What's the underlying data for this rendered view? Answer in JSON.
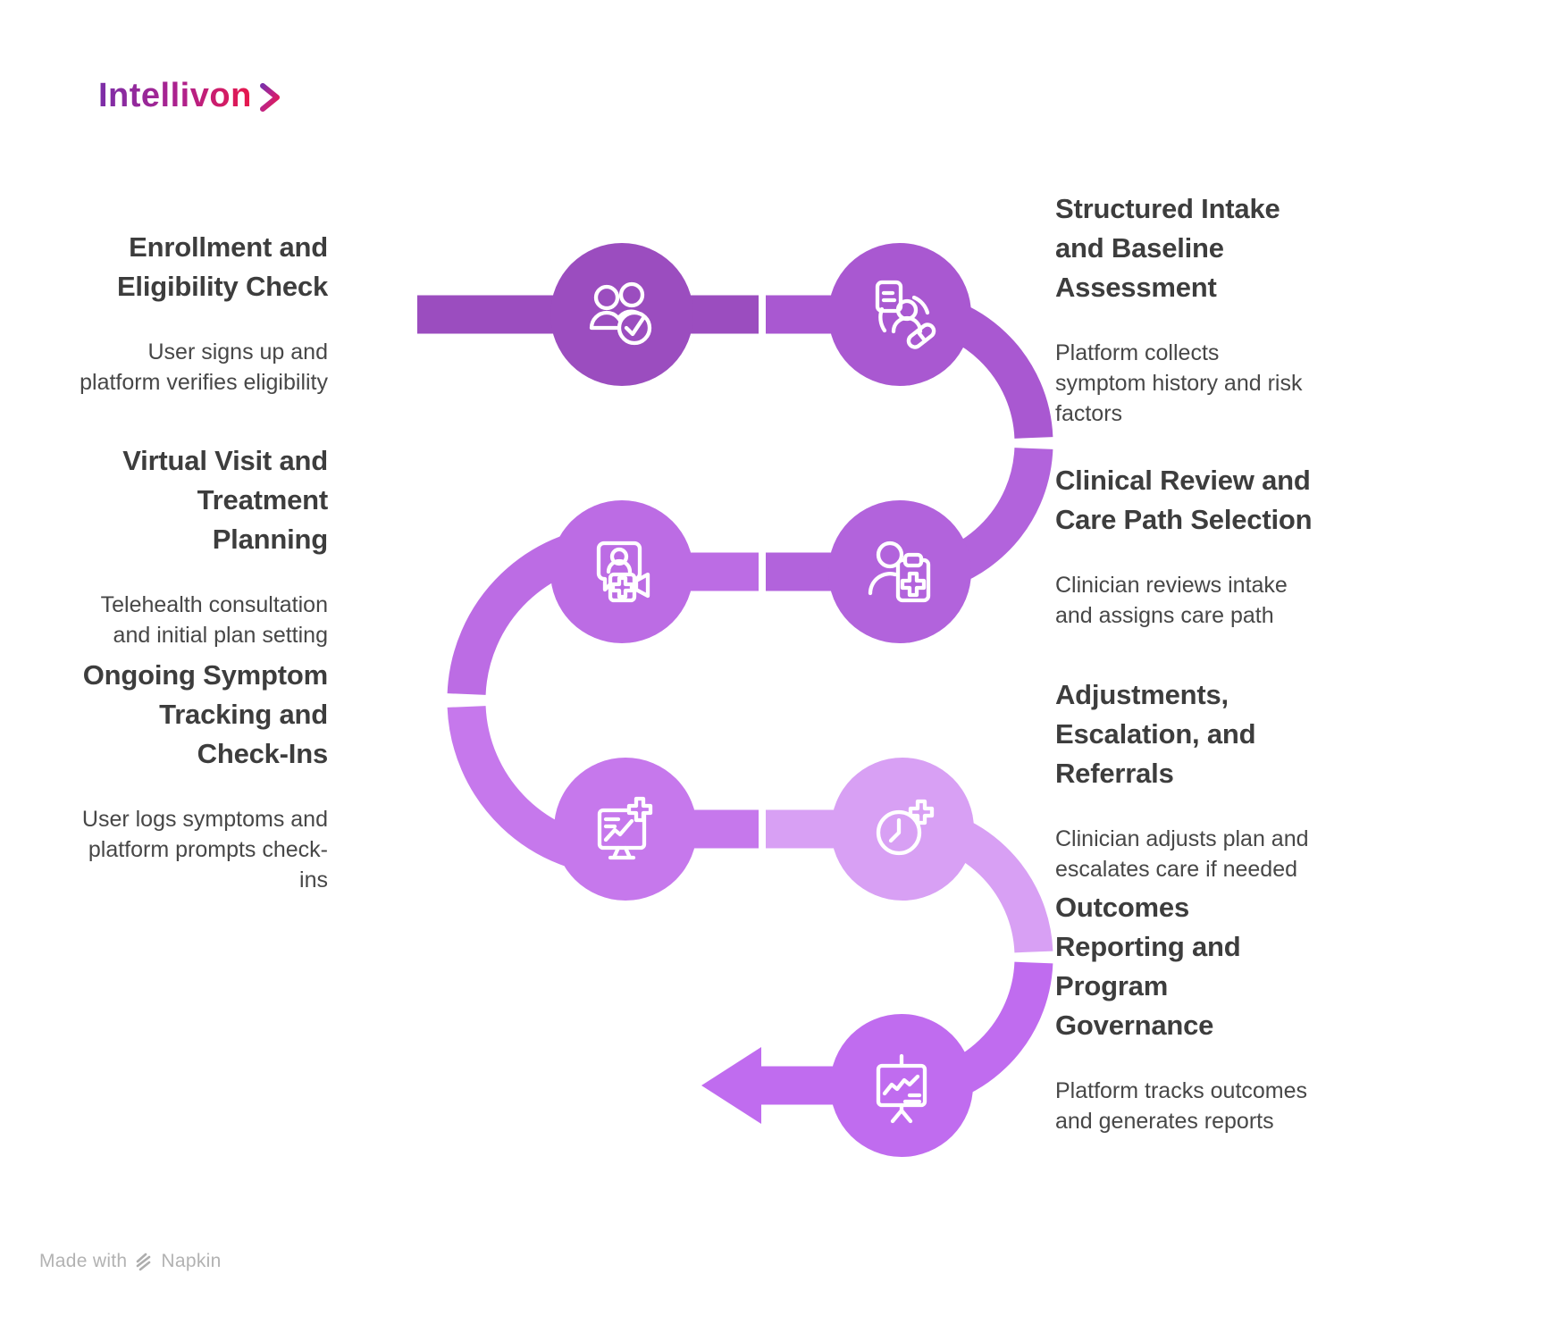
{
  "logo": {
    "text": "Intellivon",
    "gradient": [
      "#7C2FA8",
      "#C02383",
      "#E8184B"
    ]
  },
  "colors": {
    "title_text": "#3D3D3D",
    "body_text": "#474747",
    "background": "#FFFFFF",
    "icon_stroke": "#FFFFFF"
  },
  "stages": [
    {
      "title": "Enrollment and\nEligibility Check",
      "description": "User signs up and\nplatform verifies eligibility",
      "color": "#9B4DBF",
      "icon": "users-check",
      "side": "left"
    },
    {
      "title": "Structured Intake\nand Baseline\nAssessment",
      "description": "Platform collects\nsymptom history and risk\nfactors",
      "color": "#A958D1",
      "icon": "intake-document",
      "side": "right"
    },
    {
      "title": "Clinical Review and\nCare Path Selection",
      "description": "Clinician reviews intake\nand assigns care path",
      "color": "#B263DC",
      "icon": "clinician-clipboard",
      "side": "right"
    },
    {
      "title": "Virtual Visit and\nTreatment\nPlanning",
      "description": "Telehealth consultation\nand initial plan setting",
      "color": "#BC6CE4",
      "icon": "telehealth-video",
      "side": "left"
    },
    {
      "title": "Ongoing Symptom\nTracking and\nCheck-Ins",
      "description": "User logs symptoms and\nplatform prompts check-\nins",
      "color": "#C678EC",
      "icon": "symptom-monitor",
      "side": "left"
    },
    {
      "title": "Adjustments,\nEscalation, and\nReferrals",
      "description": "Clinician adjusts plan and\nescalates care if needed",
      "color": "#D8A0F4",
      "icon": "clock-plus",
      "side": "right"
    },
    {
      "title": "Outcomes\nReporting and\nProgram\nGovernance",
      "description": "Platform tracks outcomes\nand generates reports",
      "color": "#C06CEF",
      "icon": "presentation-chart",
      "side": "right"
    }
  ],
  "footer": {
    "made_with": "Made with",
    "brand": "Napkin"
  }
}
